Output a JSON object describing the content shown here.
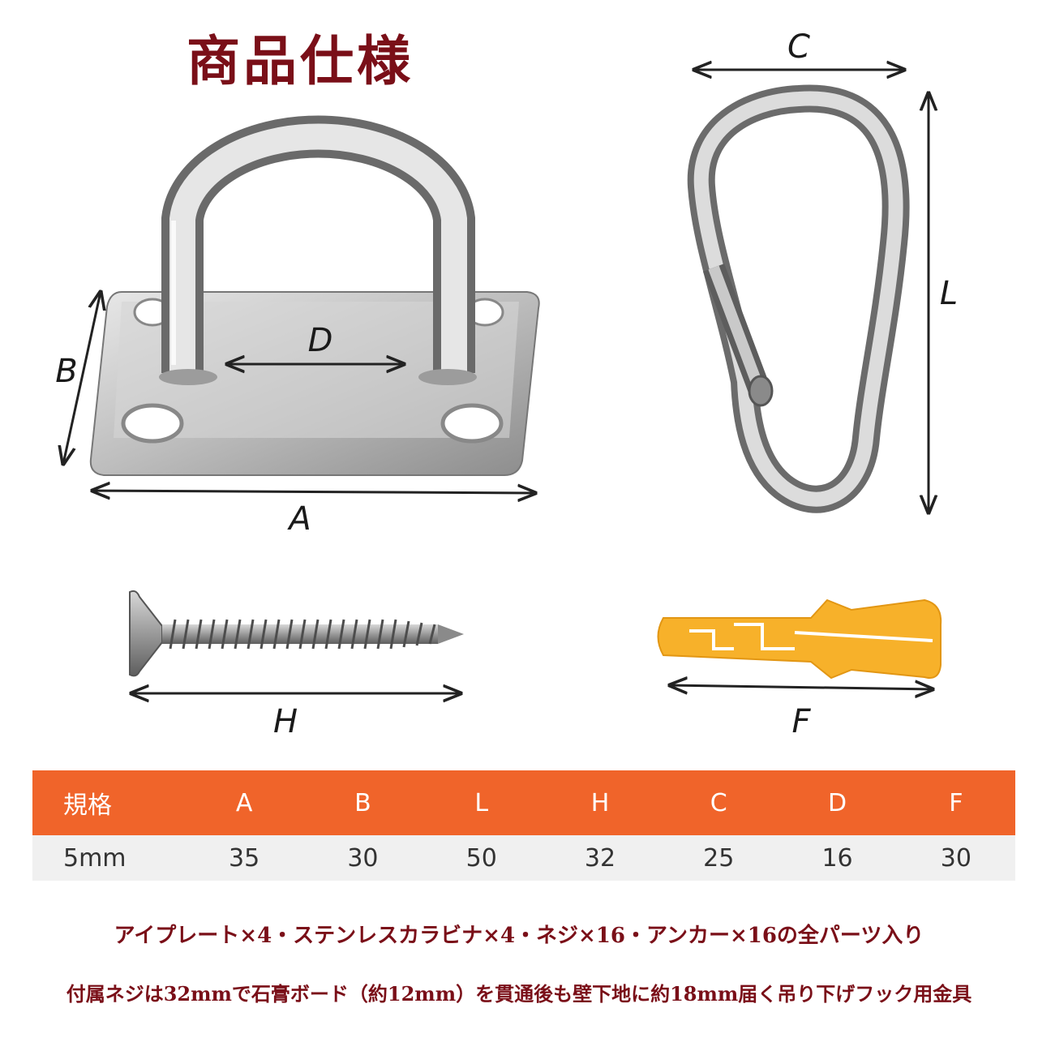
{
  "title": "商品仕様",
  "labels": {
    "a": "A",
    "b": "B",
    "c": "C",
    "d": "D",
    "l": "L",
    "h": "H",
    "f": "F"
  },
  "table": {
    "headers": [
      "規格",
      "A",
      "B",
      "L",
      "H",
      "C",
      "D",
      "F"
    ],
    "row": [
      "5mm",
      "35",
      "30",
      "50",
      "32",
      "25",
      "16",
      "30"
    ]
  },
  "notes": {
    "line1": "アイプレート×4・ステンレスカラビナ×4・ネジ×16・アンカー×16の全パーツ入り",
    "line2": "付属ネジは32mmで石膏ボード（約12mm）を貫通後も壁下地に約18mm届く吊り下げフック用金具"
  },
  "colors": {
    "title": "#7a0f18",
    "table_header": "#f0642a",
    "table_row": "#f0f0f0",
    "anchor": "#f7b12a"
  }
}
